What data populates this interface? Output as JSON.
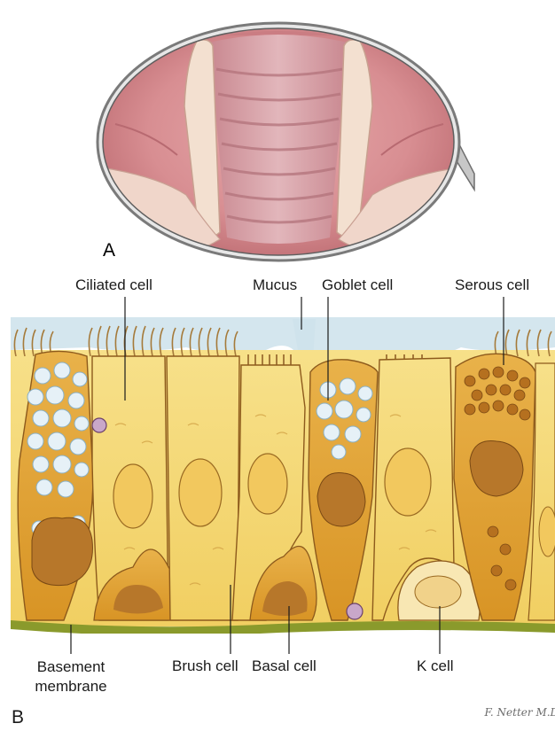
{
  "panels": {
    "a_label": "A",
    "b_label": "B"
  },
  "labels": {
    "ciliated_cell": "Ciliated cell",
    "mucus": "Mucus",
    "goblet_cell": "Goblet cell",
    "serous_cell": "Serous cell",
    "basement_membrane": "Basement membrane",
    "brush_cell": "Brush cell",
    "basal_cell": "Basal cell",
    "k_cell": "K cell"
  },
  "signature": "F. Netter M.D.",
  "colors": {
    "mucosa_pink": "#d98f93",
    "cell_yellow": "#f6dc7a",
    "cell_orange": "#e3a432",
    "membrane_green": "#8a9a2c",
    "mucus_blue": "#cfe3ec",
    "mirror_rim": "#9a9a9a"
  }
}
